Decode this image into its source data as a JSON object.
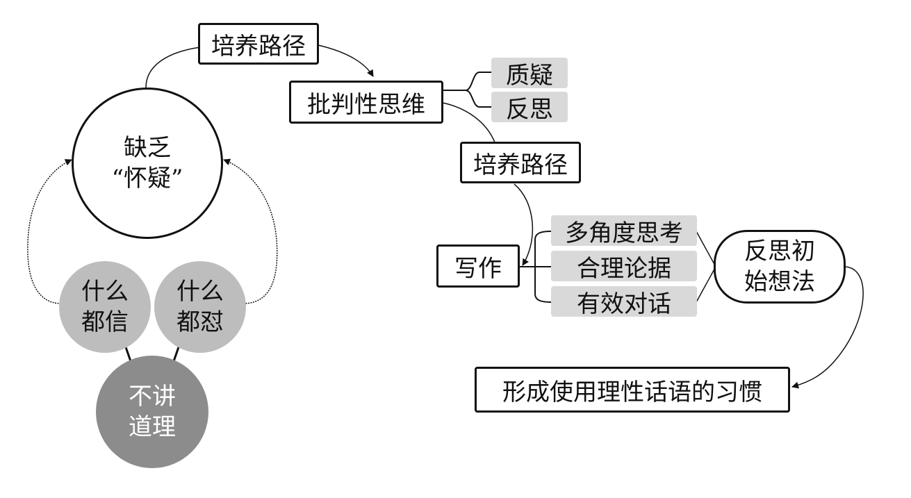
{
  "left": {
    "center_circle": {
      "line1": "缺乏",
      "line2": "“怀疑”"
    },
    "circle_believe_all": {
      "line1": "什么",
      "line2": "都信"
    },
    "circle_oppose_all": {
      "line1": "什么",
      "line2": "都怼"
    },
    "circle_unreasonable": {
      "line1": "不讲",
      "line2": "道理"
    }
  },
  "top": {
    "path_box_1": "培养路径",
    "critical_thinking": "批判性思维",
    "question": "质疑",
    "reflect": "反思",
    "path_box_2": "培养路径"
  },
  "writing": {
    "label": "写作",
    "items": [
      "多角度思考",
      "合理论据",
      "有效对话"
    ]
  },
  "reflect_initial": {
    "line1": "反思初",
    "line2": "始想法"
  },
  "habit": "形成使用理性话语的习惯"
}
